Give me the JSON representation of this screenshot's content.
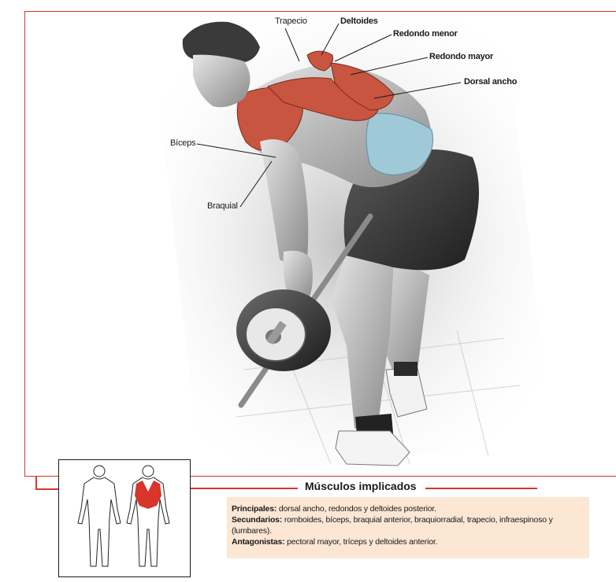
{
  "labels": {
    "trapecio": "Trapecio",
    "deltoides": "Deltoides",
    "redondo_menor": "Redondo menor",
    "redondo_mayor": "Redondo mayor",
    "dorsal_ancho": "Dorsal ancho",
    "biceps": "Bíceps",
    "braquial": "Braquial"
  },
  "section_title": "Músculos implicados",
  "info": {
    "principales_label": "Principales:",
    "principales_text": " dorsal ancho, redondos y deltoides posterior.",
    "secundarios_label": "Secundarios:",
    "secundarios_text": " romboides, bíceps, braquial anterior, braquiorradial, trapecio, infraespinoso y (lumbares).",
    "antagonistas_label": "Antagonistas:",
    "antagonistas_text": " pectoral mayor, tríceps y deltoides anterior."
  },
  "colors": {
    "accent_red": "#d9352b",
    "muscle_red": "#c8553f",
    "muscle_blue": "#9fc9d6",
    "info_bg": "#fbe7d3"
  }
}
